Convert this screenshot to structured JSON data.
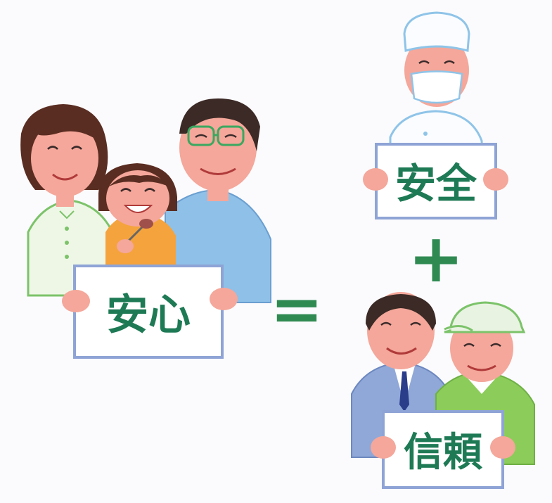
{
  "signs": {
    "family": "安心",
    "worker": "安全",
    "partners": "信頼"
  },
  "operators": {
    "equals": "=",
    "plus": "+"
  },
  "colors": {
    "sign_text": "#1e7a55",
    "operator": "#2f8a52",
    "sign_border": "#8fa4d6",
    "skin": "#f4a79a"
  }
}
